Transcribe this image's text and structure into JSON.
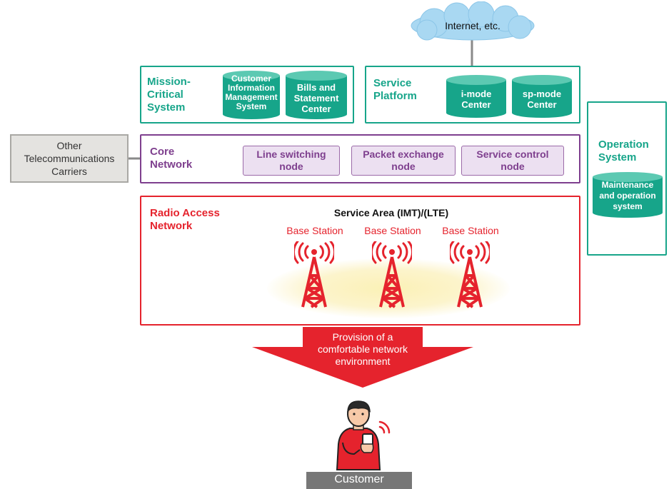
{
  "internet": {
    "label": "Internet, etc."
  },
  "mission_critical": {
    "title": "Mission-\nCritical\nSystem",
    "db1": "Customer\nInformation\nManagement\nSystem",
    "db2": "Bills and\nStatement\nCenter"
  },
  "service_platform": {
    "title": "Service\nPlatform",
    "db1": "i-mode\nCenter",
    "db2": "sp-mode\nCenter"
  },
  "core_network": {
    "title": "Core\nNetwork",
    "nodes": [
      "Line switching\nnode",
      "Packet exchange\nnode",
      "Service control\nnode"
    ]
  },
  "other_carriers": {
    "label": "Other\nTelecommunications\nCarriers"
  },
  "operation_system": {
    "title": "Operation\nSystem",
    "db": "Maintenance\nand operation\nsystem"
  },
  "radio_access": {
    "title": "Radio Access\nNetwork",
    "service_area": "Service Area (IMT)/(LTE)",
    "base_stations": [
      "Base Station",
      "Base Station",
      "Base Station"
    ]
  },
  "provision": {
    "label": "Provision of a\ncomfortable network\nenvironment"
  },
  "customer": {
    "label": "Customer"
  },
  "colors": {
    "green": "#17a58a",
    "purple": "#7e3f8e",
    "red": "#e5232d",
    "cloud": "#a9d8f2",
    "gray": "#777777"
  }
}
